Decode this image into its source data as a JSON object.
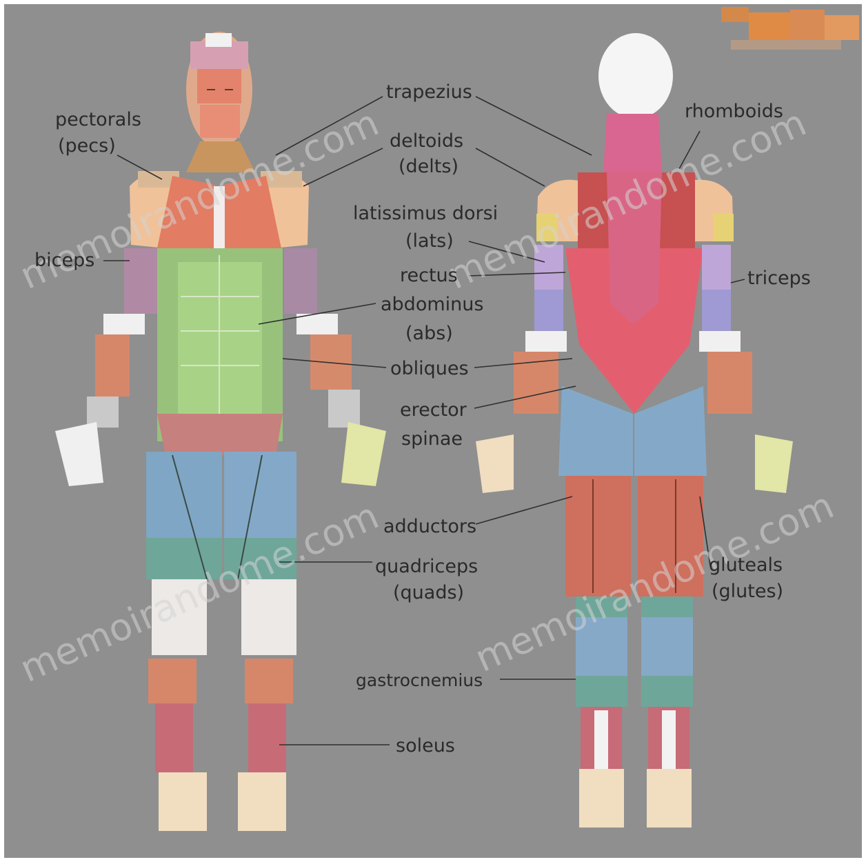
{
  "labels": {
    "trapezius": "trapezius",
    "pectorals": "pectorals",
    "pecs": "(pecs)",
    "deltoids": "deltoids",
    "delts": "(delts)",
    "rhomboids": "rhomboids",
    "latissimus": "latissimus dorsi",
    "lats": "(lats)",
    "biceps": "biceps",
    "triceps": "triceps",
    "rectus": "rectus",
    "abdominus": "abdominus",
    "abs": "(abs)",
    "obliques": "obliques",
    "erector": "erector",
    "spinae": "spinae",
    "adductors": "adductors",
    "quadriceps": "quadriceps",
    "quads": "(quads)",
    "gluteals": "gluteals",
    "glutes": "(glutes)",
    "gastrocnemius": "gastrocnemius",
    "soleus": "soleus"
  },
  "watermark": {
    "text": "memoirandome.com"
  },
  "colors": {
    "background": "#8f8f8f",
    "skin": "#e3b48f",
    "pectorals": "#e27c62",
    "abdominals": "#a3d07e",
    "biceps": "#b08aa4",
    "triceps": "#9f9ad4",
    "quadriceps": "#84a9c8",
    "gastrocnemius": "#86a9c8",
    "soleus": "#c76b77",
    "back_muscles": "#e35f6f",
    "tendon": "#f2f2f2",
    "forearm": "#c98466"
  }
}
